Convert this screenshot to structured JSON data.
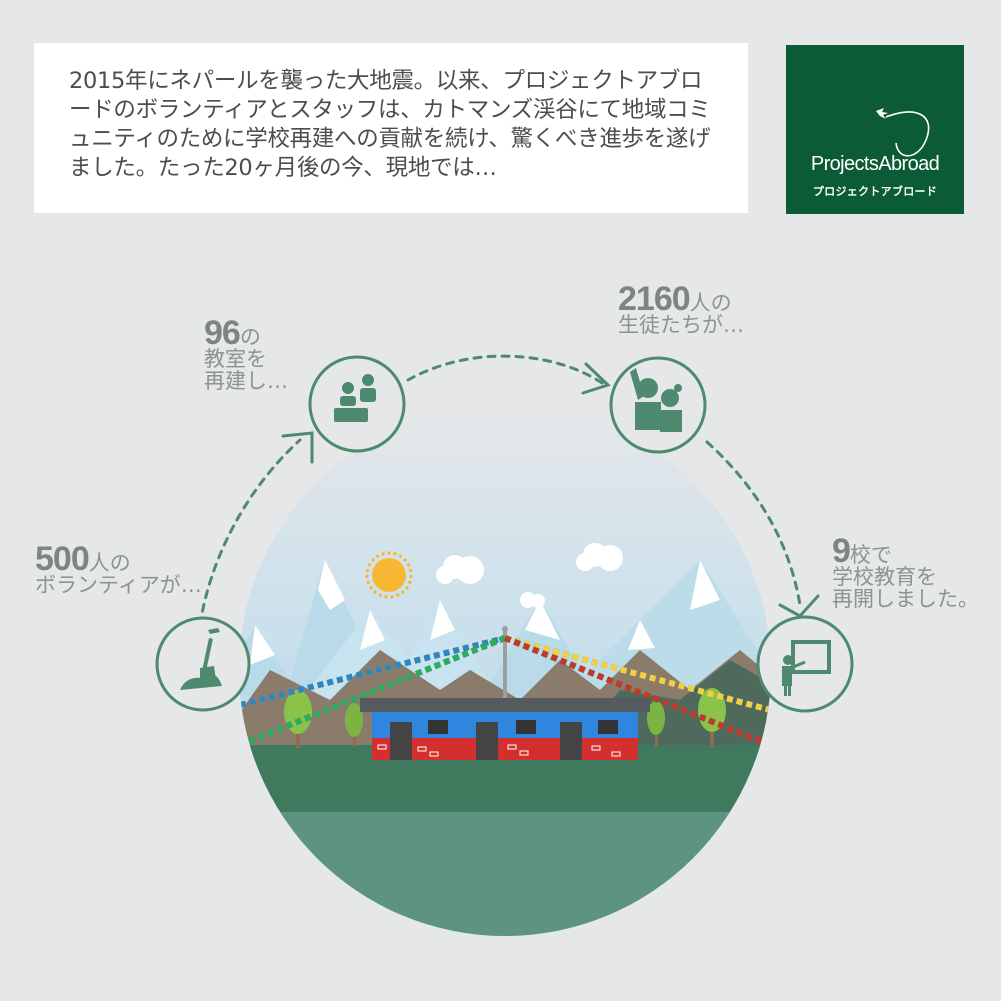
{
  "intro": {
    "text": "2015年にネパールを襲った大地震。以来、プロジェクトアブロードのボランティアとスタッフは、カトマンズ渓谷にて地域コミュニティのために学校再建への貢献を続け、驚くべき進歩を遂げました。たった20ヶ月後の今、現地では…"
  },
  "logo": {
    "name": "ProjectsAbroad",
    "subtitle": "プロジェクトアブロード"
  },
  "stats": {
    "volunteers": {
      "number": "500",
      "line1": "人の",
      "line2": "ボランティアが…"
    },
    "classrooms": {
      "number": "96",
      "line1": "の",
      "line2": "教室を",
      "line3": "再建し…"
    },
    "students": {
      "number": "2160",
      "line1": "人の",
      "line2": "生徒たちが…"
    },
    "schools": {
      "number": "9",
      "line1": "校で",
      "line2": "学校教育を",
      "line3": "再開しました。"
    }
  },
  "icons": {
    "volunteers": "shovel-icon",
    "classrooms": "classroom-desk-icon",
    "students": "students-waving-icon",
    "schools": "teacher-blackboard-icon"
  },
  "colors": {
    "accent": "#4e8a6f",
    "logo_bg": "#0b5b36",
    "background": "#e6e7e8"
  }
}
